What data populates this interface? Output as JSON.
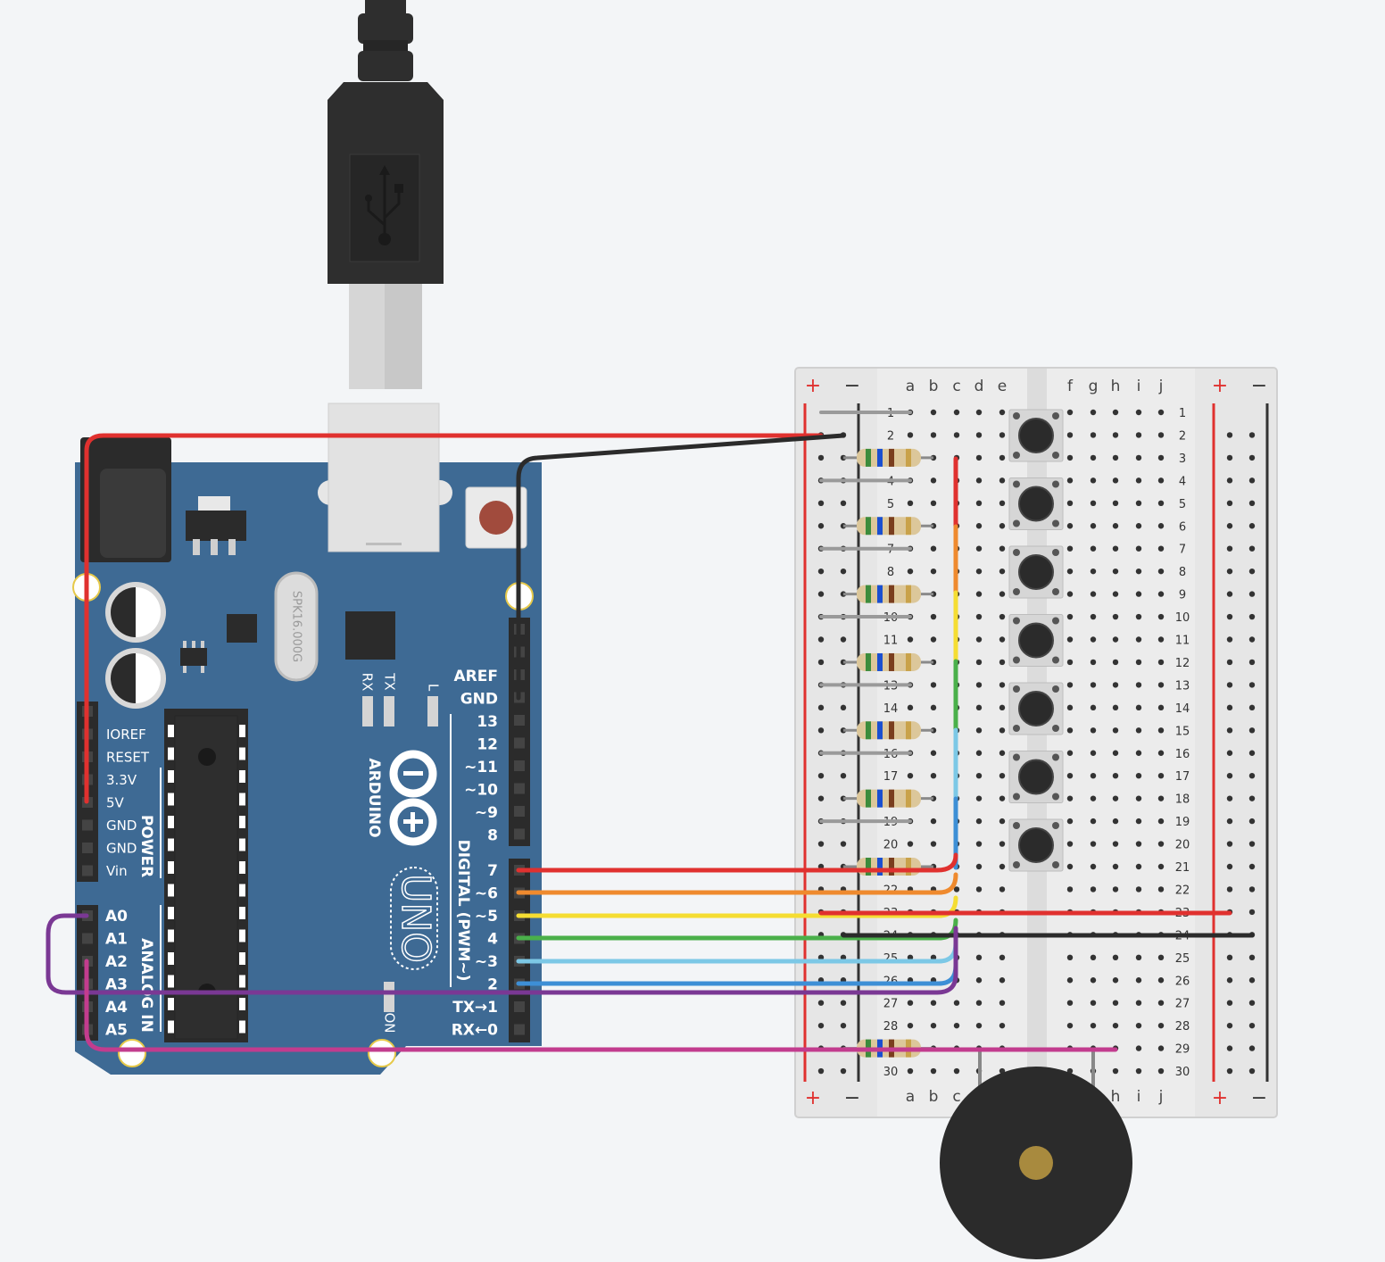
{
  "breadboard": {
    "column_letters_left": [
      "a",
      "b",
      "c",
      "d",
      "e"
    ],
    "column_letters_right": [
      "f",
      "g",
      "h",
      "i",
      "j"
    ],
    "row_count": 30,
    "rail_plus": "+",
    "rail_minus": "−"
  },
  "arduino": {
    "brand": "ARDUINO",
    "model": "UNO",
    "power_title": "POWER",
    "analog_title": "ANALOG IN",
    "digital_title": "DIGITAL (PWM~)",
    "on_label": "ON",
    "led_labels": [
      "RX",
      "TX",
      "L"
    ],
    "crystal_label": "SPK16.000G",
    "power_pins": [
      "IOREF",
      "RESET",
      "3.3V",
      "5V",
      "GND",
      "GND",
      "Vin"
    ],
    "analog_pins": [
      "A0",
      "A1",
      "A2",
      "A3",
      "A4",
      "A5"
    ],
    "digital_pins_top": [
      "AREF",
      "GND",
      "13",
      "12",
      "~11",
      "~10",
      "~9",
      "8"
    ],
    "digital_pins_bottom": [
      "7",
      "~6",
      "~5",
      "4",
      "~3",
      "2",
      "TX→1",
      "RX←0"
    ]
  },
  "colors": {
    "board_blue": "#3e6a94",
    "wire_red": "#e0312f",
    "wire_black": "#2b2b2b",
    "wire_orange": "#ef8a2e",
    "wire_yellow": "#f5dd32",
    "wire_green": "#4ab04a",
    "wire_lightblue": "#7cc8e6",
    "wire_blue": "#3d8fd6",
    "wire_purple": "#7a3894",
    "wire_magenta": "#c23c8e"
  }
}
